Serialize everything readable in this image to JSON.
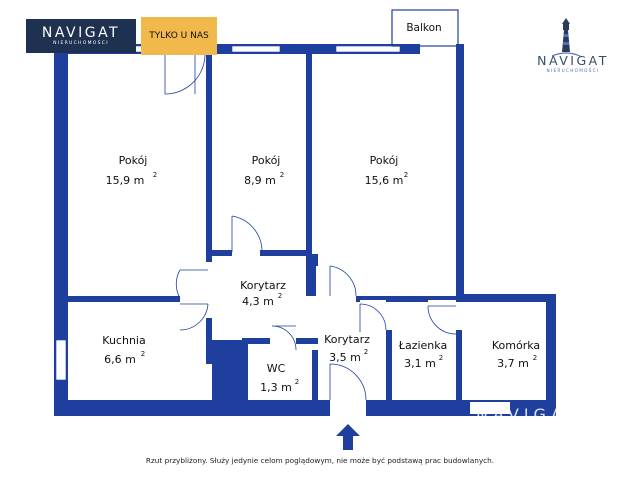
{
  "logo": {
    "brand": "NAVIGAT",
    "subtitle": "NIERUCHOMOŚCI"
  },
  "tag_label": "TYLKO U NAS",
  "watermark": "NAVIGAT",
  "rooms": [
    {
      "id": "pokoj-1",
      "name": "Pokój",
      "area": "15,9 m",
      "unit_sup": "2"
    },
    {
      "id": "pokoj-2",
      "name": "Pokój",
      "area": "8,9 m",
      "unit_sup": "2"
    },
    {
      "id": "pokoj-3",
      "name": "Pokój",
      "area": "15,6 m",
      "unit_sup": "2"
    },
    {
      "id": "korytarz-1",
      "name": "Korytarz",
      "area": "4,3 m",
      "unit_sup": "2"
    },
    {
      "id": "kuchnia",
      "name": "Kuchnia",
      "area": "6,6 m",
      "unit_sup": "2"
    },
    {
      "id": "wc",
      "name": "WC",
      "area": "1,3 m",
      "unit_sup": "2"
    },
    {
      "id": "korytarz-2",
      "name": "Korytarz",
      "area": "3,5 m",
      "unit_sup": "2"
    },
    {
      "id": "lazienka",
      "name": "Łazienka",
      "area": "3,1 m",
      "unit_sup": "2"
    },
    {
      "id": "komorka",
      "name": "Komórka",
      "area": "3,7 m",
      "unit_sup": "2"
    }
  ],
  "balcony_label": "Balkon",
  "disclaimer": "Rzut przybliżony. Służy jedynie celom poglądowym, nie może być podstawą prac budowlanych.",
  "colors": {
    "wall": "#1f3f9e",
    "logo_bg": "#1f3150",
    "tag_bg": "#f1b94c"
  }
}
